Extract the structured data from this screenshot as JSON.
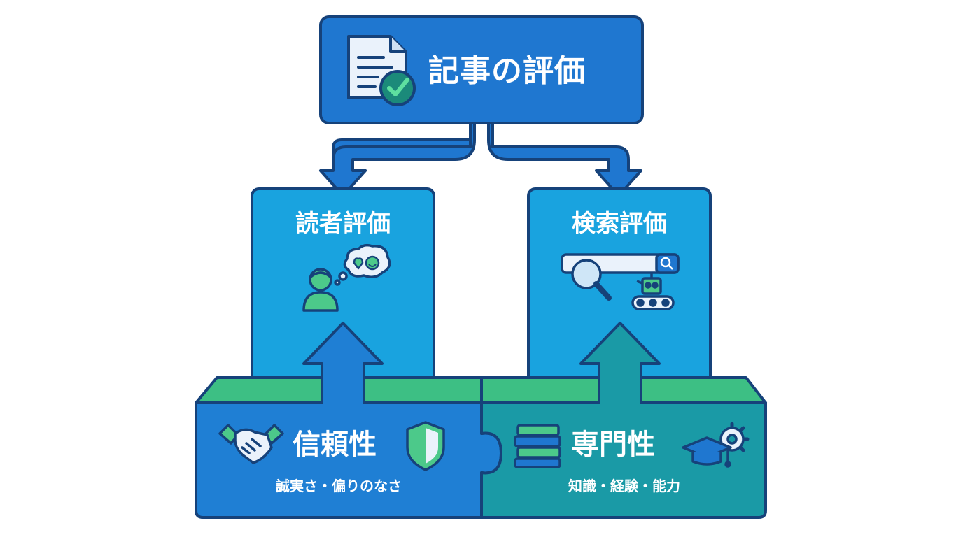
{
  "top": {
    "title": "記事の評価",
    "icon": "document-check-icon"
  },
  "reader": {
    "title": "読者評価",
    "icon": "reader-thought-icon"
  },
  "search": {
    "title": "検索評価",
    "icon": "search-robot-icon"
  },
  "trust": {
    "title": "信頼性",
    "subtitle": "誠実さ・偏りのなさ",
    "icons": [
      "handshake-icon",
      "shield-icon"
    ]
  },
  "expertise": {
    "title": "専門性",
    "subtitle": "知識・経験・能力",
    "icons": [
      "books-icon",
      "graduation-gear-icon"
    ]
  },
  "colors": {
    "outline": "#16427a",
    "top_box": "#1f77d0",
    "sub_box": "#19a3df",
    "trust_block": "#1f7fd4",
    "expert_block": "#1a9aa6",
    "green_top": "#3dbf84",
    "accent_green": "#4cc98a"
  }
}
